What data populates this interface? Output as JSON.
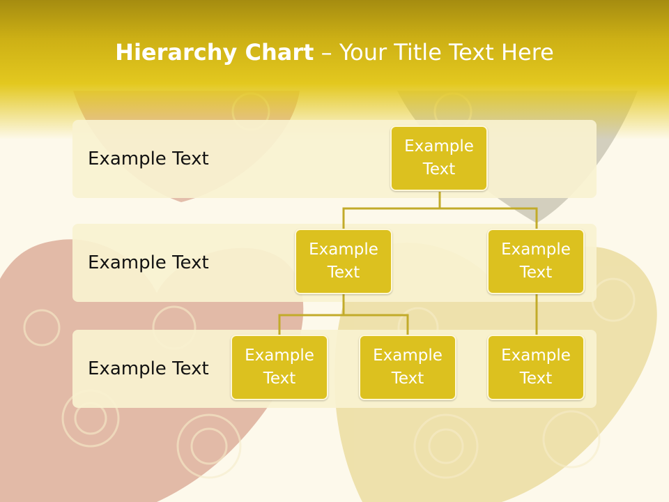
{
  "title": {
    "bold_part": "Hierarchy Chart",
    "dash": " – ",
    "rest": "Your Title Text Here"
  },
  "levels": [
    {
      "label": "Example Text"
    },
    {
      "label": "Example Text"
    },
    {
      "label": "Example Text"
    }
  ],
  "nodes": {
    "root": "Example Text",
    "l2_left": "Example Text",
    "l2_right": "Example Text",
    "l3_a": "Example Text",
    "l3_b": "Example Text",
    "l3_c": "Example Text"
  },
  "colors": {
    "accent": "#dcc11f",
    "connector": "#c2ab2a",
    "header": "#cdb015"
  }
}
